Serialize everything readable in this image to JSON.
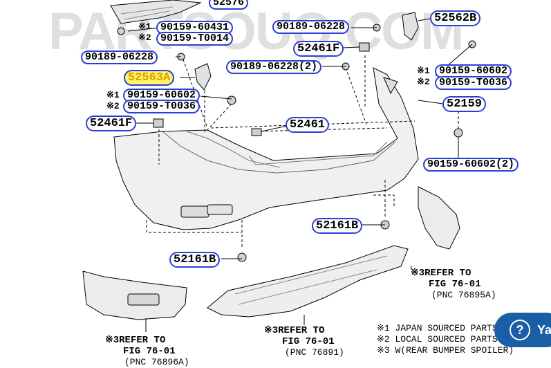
{
  "watermark": "PARTSOUQ.COM",
  "parts": {
    "p52576": "52576",
    "p52562b": "52562B",
    "p90159_60431": "90159-60431",
    "p90159_t0014": "90159-T0014",
    "p90189_06228_top": "90189-06228",
    "p52461f_right": "52461F",
    "p90189_06228_left": "90189-06228",
    "p90189_06228_2": "90189-06228(2)",
    "p52563a": "52563A",
    "p90159_60602_right": "90159-60602",
    "p90159_t0036_right": "90159-T0036",
    "p90159_60602_left": "90159-60602",
    "p90159_t0036_left": "90159-T0036",
    "p52159": "52159",
    "p52461f_left": "52461F",
    "p52461": "52461",
    "p90159_60602_2": "90159-60602(2)",
    "p52161b_right": "52161B",
    "p52161b_left": "52161B"
  },
  "markers": {
    "m1": "※1",
    "m2": "※2",
    "m3": "※3"
  },
  "references": {
    "right": {
      "line1": "REFER TO",
      "line2": "FIG 76-01",
      "line3": "(PNC 76895A)"
    },
    "center": {
      "line1": "REFER TO",
      "line2": "FIG 76-01",
      "line3": "(PNC 76891)"
    },
    "left": {
      "line1": "REFER TO",
      "line2": "FIG 76-01",
      "line3": "(PNC 76896A)"
    }
  },
  "notes": [
    "※1 JAPAN SOURCED PARTS",
    "※2 LOCAL SOURCED PARTS",
    "※3 W(REAR BUMPER SPOILER)"
  ],
  "help_button": {
    "label": "Ya"
  },
  "colors": {
    "callout_border": "#2b3fd6",
    "highlight": "#fff36a",
    "help_bg": "#1a5fa6"
  }
}
